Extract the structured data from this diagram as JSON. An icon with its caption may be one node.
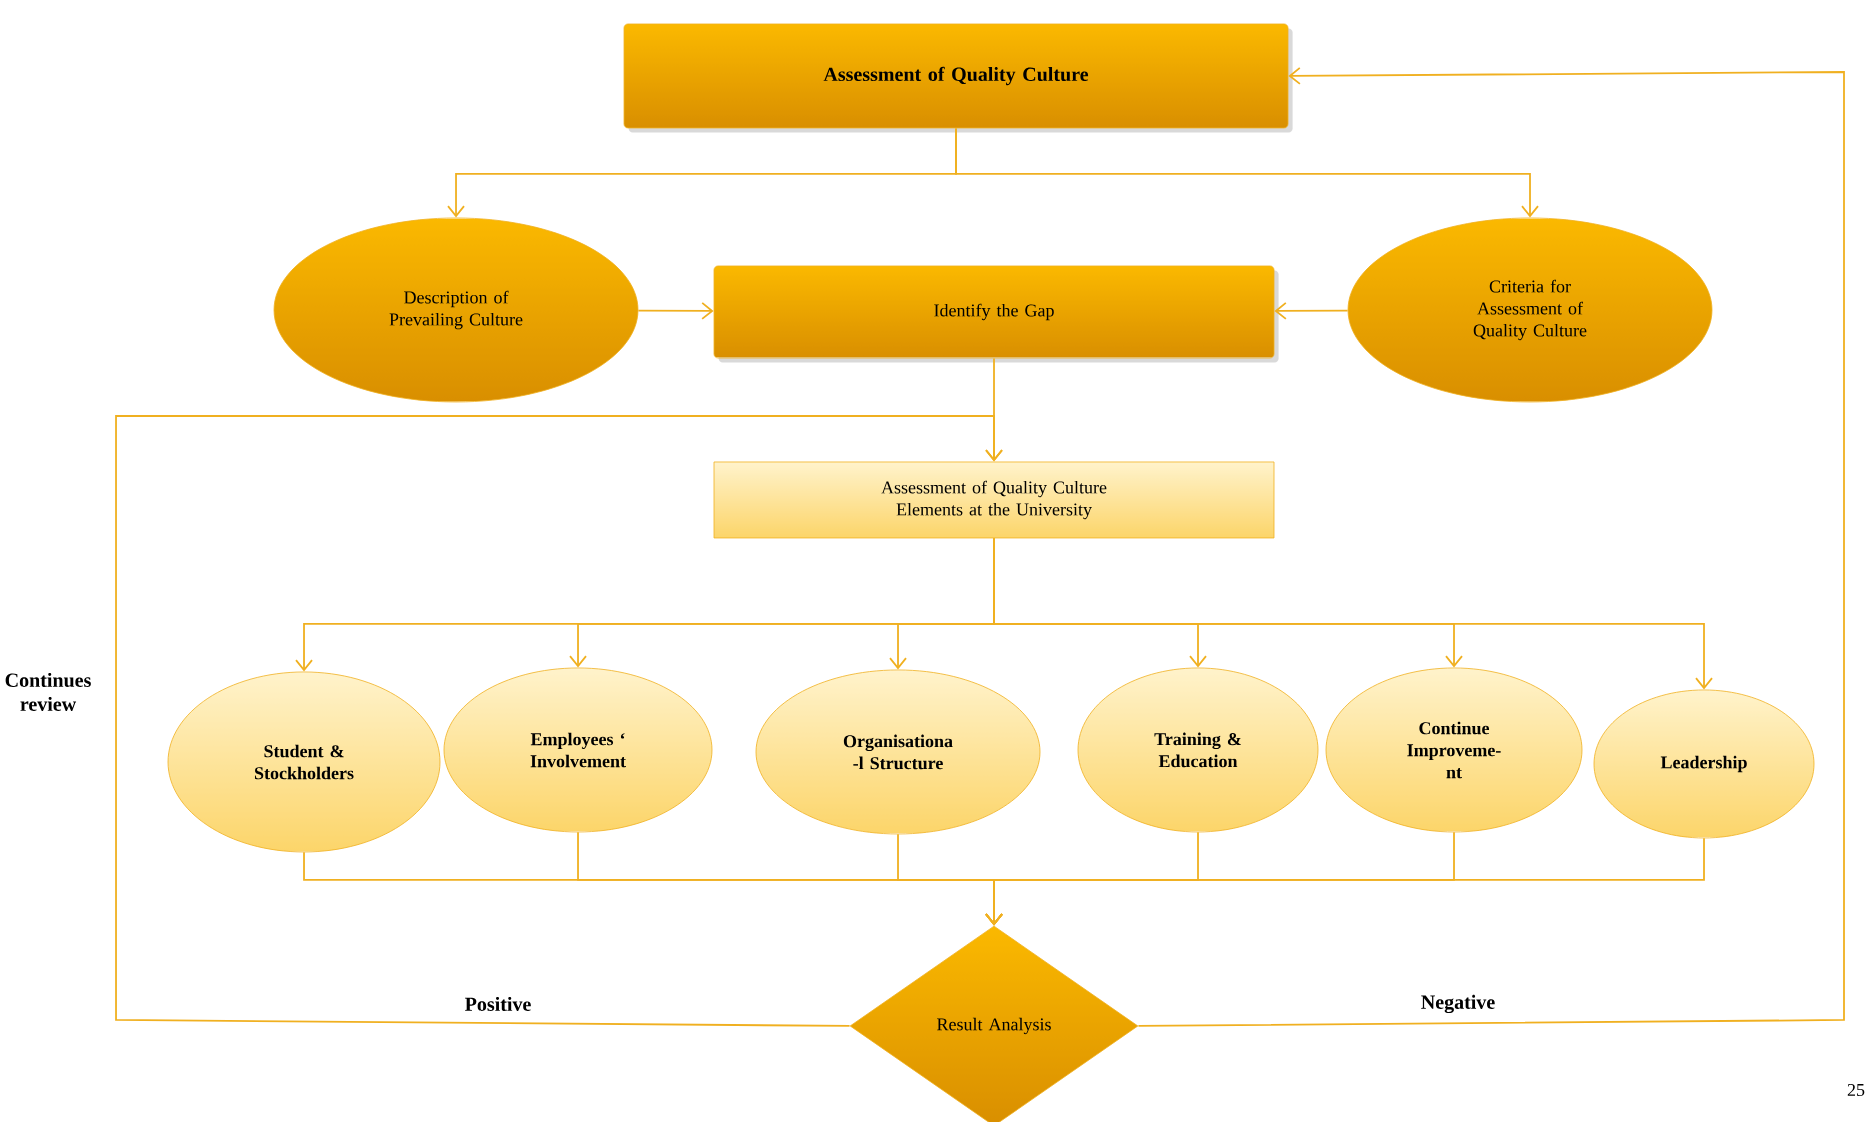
{
  "diagram": {
    "nodes": [
      {
        "text": [
          "Assessment of Quality Culture"
        ]
      },
      {
        "text": [
          "Description of Prevailing Culture"
        ]
      },
      {
        "text": [
          "Identify the Gap"
        ]
      },
      {
        "text": [
          "Criteria for Assessment of Quality Culture"
        ]
      },
      {
        "text": [
          "Assessment of Quality Culture Elements at the University"
        ]
      },
      {
        "text": [
          "Student & Stockholders"
        ]
      },
      {
        "text": [
          "Employees ‘ Involvement"
        ]
      },
      {
        "text": [
          "Organisationa -l Structure"
        ]
      },
      {
        "text": [
          "Training & Education"
        ]
      },
      {
        "text": [
          "Continue Improveme- nt"
        ]
      },
      {
        "text": [
          "Leadership"
        ]
      },
      {
        "text": [
          "Result Analysis"
        ]
      }
    ],
    "edges": [
      {
        "from": 0,
        "to": 1,
        "arrow": "to"
      },
      {
        "from": 0,
        "to": 3,
        "arrow": "to"
      },
      {
        "from": 1,
        "to": 2,
        "arrow": "to"
      },
      {
        "from": 3,
        "to": 2,
        "arrow": "to"
      },
      {
        "from": 2,
        "to": 4,
        "arrow": "to"
      },
      {
        "from": 4,
        "to": 5,
        "arrow": "to"
      },
      {
        "from": 4,
        "to": 6,
        "arrow": "to"
      },
      {
        "from": 4,
        "to": 7,
        "arrow": "to"
      },
      {
        "from": 4,
        "to": 8,
        "arrow": "to"
      },
      {
        "from": 4,
        "to": 9,
        "arrow": "to"
      },
      {
        "from": 4,
        "to": 10,
        "arrow": "to"
      },
      {
        "from": 5,
        "to": 11,
        "arrow": "to"
      },
      {
        "from": 6,
        "to": 11,
        "arrow": "to"
      },
      {
        "from": 7,
        "to": 11,
        "arrow": "to"
      },
      {
        "from": 8,
        "to": 11,
        "arrow": "to"
      },
      {
        "from": 9,
        "to": 11,
        "arrow": "to"
      },
      {
        "from": 10,
        "to": 11,
        "arrow": "to"
      },
      {
        "from": 11,
        "to": 4,
        "arrow": "to",
        "label": "Positive"
      },
      {
        "from": 11,
        "to": 0,
        "arrow": "to",
        "label": "Negative"
      }
    ],
    "labels": [
      "Continues review",
      "25"
    ]
  }
}
